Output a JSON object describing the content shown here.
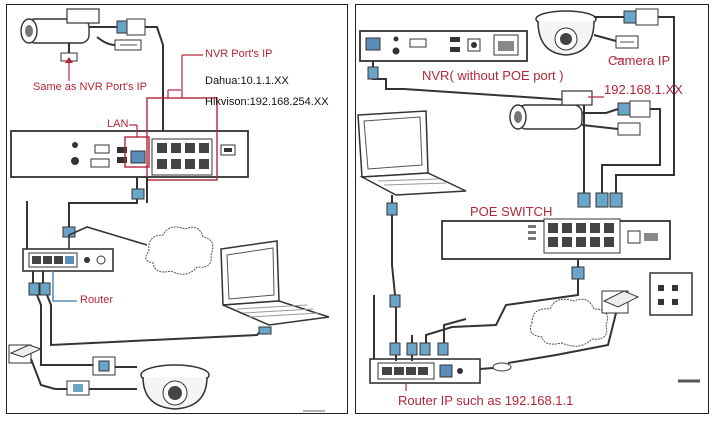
{
  "left_diagram": {
    "camera_label": "Same as NVR Port's IP",
    "nvr_port_title": "NVR Port's IP",
    "dahua_ip": "Dahua:10.1.1.XX",
    "hikvision_ip": "Hikvison:192.168.254.XX",
    "lan_label": "LAN",
    "router_label": "Router"
  },
  "right_diagram": {
    "nvr_label": "NVR( without POE port )",
    "camera_label": "Camera IP",
    "camera_ip": "192.168.1.XX",
    "poe_switch_label": "POE SWITCH",
    "router_ip_label": "Router IP such as 192.168.1.1"
  },
  "colors": {
    "label_red": "#b3263a",
    "outline": "#222222",
    "lan_port_blue": "#5b8db8"
  }
}
